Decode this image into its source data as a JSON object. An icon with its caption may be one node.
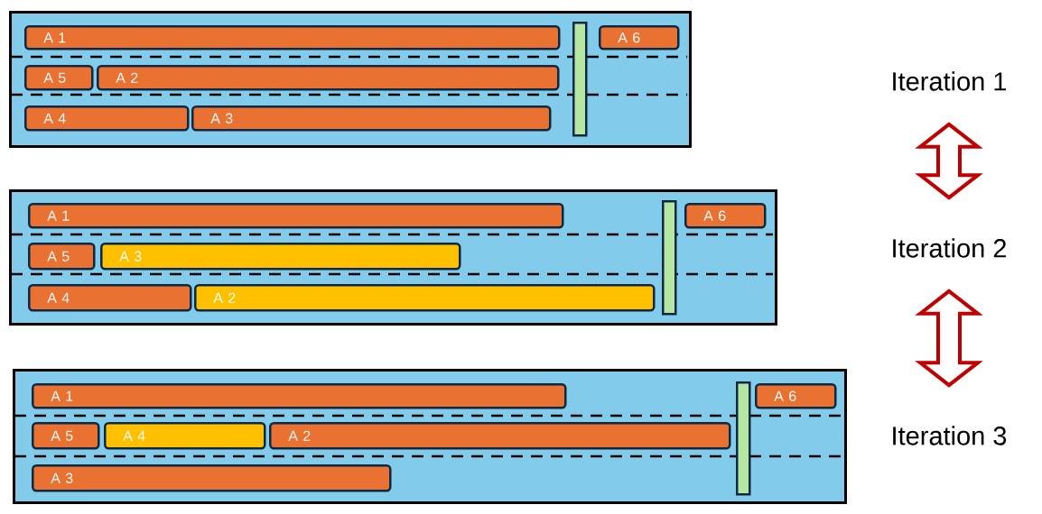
{
  "diagram": {
    "nodes": [
      {
        "text": [],
        "shape": "box"
      },
      {
        "text": [
          "A 1"
        ],
        "in": 0
      },
      {
        "text": [
          "A 6"
        ],
        "in": 0
      },
      {
        "text": [
          "A 5"
        ],
        "in": 0
      },
      {
        "text": [
          "A 2"
        ],
        "in": 0
      },
      {
        "text": [
          "A 4"
        ],
        "in": 0
      },
      {
        "text": [
          "A 3"
        ],
        "in": 0
      },
      {
        "text": [],
        "shape": "box"
      },
      {
        "text": [
          "A 1"
        ],
        "in": 7
      },
      {
        "text": [
          "A 6"
        ],
        "in": 7
      },
      {
        "text": [
          "A 5"
        ],
        "in": 7
      },
      {
        "text": [
          "A 3"
        ],
        "in": 7
      },
      {
        "text": [
          "A 4"
        ],
        "in": 7
      },
      {
        "text": [
          "A 2"
        ],
        "in": 7
      },
      {
        "text": [],
        "shape": "box"
      },
      {
        "text": [
          "A 1"
        ],
        "in": 14
      },
      {
        "text": [
          "A 6"
        ],
        "in": 14
      },
      {
        "text": [
          "A 5"
        ],
        "in": 14
      },
      {
        "text": [
          "A 4"
        ],
        "in": 14
      },
      {
        "text": [
          "A 2"
        ],
        "in": 14
      },
      {
        "text": [
          "A 3"
        ],
        "in": 14
      },
      {
        "text": [
          "Iteration 1"
        ]
      },
      {
        "text": [
          "Iteration 2"
        ]
      },
      {
        "text": [
          "Iteration 3"
        ]
      },
      {
        "text": [],
        "shape": "bar",
        "in": 0
      },
      {
        "text": [],
        "shape": "bar",
        "in": 7
      },
      {
        "text": [],
        "shape": "bar",
        "in": 14
      }
    ],
    "edges": [
      {
        "from": 21,
        "to": 22,
        "arrow": "both"
      },
      {
        "from": 22,
        "to": 23,
        "arrow": "both"
      }
    ]
  }
}
